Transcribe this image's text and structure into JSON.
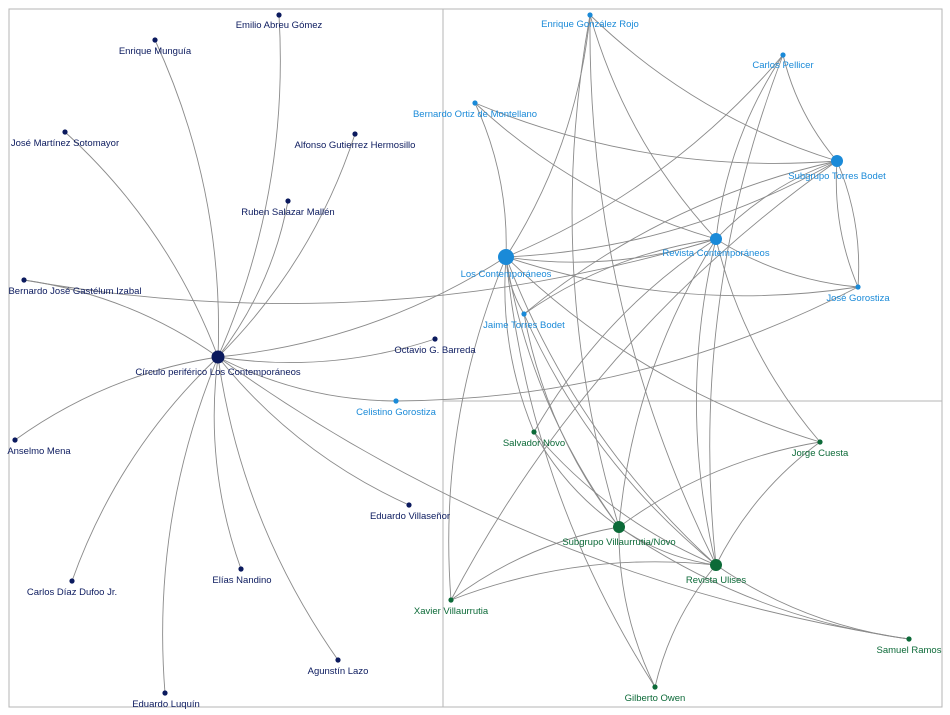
{
  "colors": {
    "navy": "#0b1a5e",
    "blue": "#1a8ad8",
    "green": "#0c6a38",
    "edge": "#8a8a8a",
    "frame": "#b5b5b5"
  },
  "nodes": [
    {
      "id": "circulo",
      "label": "Círculo periférico Los Contemporáneos",
      "group": "navy",
      "size": "hub"
    },
    {
      "id": "emilio",
      "label": "Emilio Abreu Gómez",
      "group": "navy",
      "size": "small"
    },
    {
      "id": "munguia",
      "label": "Enrique Munguía",
      "group": "navy",
      "size": "small"
    },
    {
      "id": "sotomayor",
      "label": "José Martínez Sotomayor",
      "group": "navy",
      "size": "small"
    },
    {
      "id": "hermosillo",
      "label": "Alfonso Gutierrez Hermosillo",
      "group": "navy",
      "size": "small"
    },
    {
      "id": "mallen",
      "label": "Ruben Salazar Mallén",
      "group": "navy",
      "size": "small"
    },
    {
      "id": "izabal",
      "label": "Bernardo José Gastélum Izabal",
      "group": "navy",
      "size": "small"
    },
    {
      "id": "barreda",
      "label": "Octavio G. Barreda",
      "group": "navy",
      "size": "small"
    },
    {
      "id": "mena",
      "label": "Anselmo Mena",
      "group": "navy",
      "size": "small"
    },
    {
      "id": "villasenor",
      "label": "Eduardo Villaseñor",
      "group": "navy",
      "size": "small"
    },
    {
      "id": "dufoo",
      "label": "Carlos Díaz Dufoo Jr.",
      "group": "navy",
      "size": "small"
    },
    {
      "id": "nandino",
      "label": "Elías Nandino",
      "group": "navy",
      "size": "small"
    },
    {
      "id": "lazo",
      "label": "Agunstín Lazo",
      "group": "navy",
      "size": "small"
    },
    {
      "id": "luquin",
      "label": "Eduardo Luquín",
      "group": "navy",
      "size": "small"
    },
    {
      "id": "loscontemp",
      "label": "Los Contemporáneos",
      "group": "blue",
      "size": "large"
    },
    {
      "id": "rojo",
      "label": "Enrique González Rojo",
      "group": "blue",
      "size": "small"
    },
    {
      "id": "pellicer",
      "label": "Carlos Pellicer",
      "group": "blue",
      "size": "small"
    },
    {
      "id": "montellano",
      "label": "Bernardo Ortiz de Montellano",
      "group": "blue",
      "size": "small"
    },
    {
      "id": "torresbodetsub",
      "label": "Subgrupo Torres Bodet",
      "group": "blue",
      "size": "medium"
    },
    {
      "id": "revistacontemp",
      "label": "Revista Contemporáneos",
      "group": "blue",
      "size": "medium"
    },
    {
      "id": "gorostiza",
      "label": "José Gorostiza",
      "group": "blue",
      "size": "small"
    },
    {
      "id": "jaimetb",
      "label": "Jaime Torres Bodet",
      "group": "blue",
      "size": "small"
    },
    {
      "id": "celestino",
      "label": "Celistino Gorostiza",
      "group": "blue",
      "size": "small"
    },
    {
      "id": "novo",
      "label": "Salvador Novo",
      "group": "green",
      "size": "small"
    },
    {
      "id": "cuesta",
      "label": "Jorge Cuesta",
      "group": "green",
      "size": "small"
    },
    {
      "id": "villaurrutianovo",
      "label": "Subgrupo Villaurrutia/Novo",
      "group": "green",
      "size": "medium"
    },
    {
      "id": "ulises",
      "label": "Revista Ulises",
      "group": "green",
      "size": "medium"
    },
    {
      "id": "xavier",
      "label": "Xavier Villaurrutia",
      "group": "green",
      "size": "small"
    },
    {
      "id": "ramos",
      "label": "Samuel Ramos",
      "group": "green",
      "size": "small"
    },
    {
      "id": "owen",
      "label": "Gilberto Owen",
      "group": "green",
      "size": "small"
    }
  ],
  "edges": [
    [
      "circulo",
      "emilio"
    ],
    [
      "circulo",
      "munguia"
    ],
    [
      "circulo",
      "sotomayor"
    ],
    [
      "circulo",
      "hermosillo"
    ],
    [
      "circulo",
      "mallen"
    ],
    [
      "circulo",
      "izabal"
    ],
    [
      "circulo",
      "barreda"
    ],
    [
      "circulo",
      "mena"
    ],
    [
      "circulo",
      "villasenor"
    ],
    [
      "circulo",
      "dufoo"
    ],
    [
      "circulo",
      "nandino"
    ],
    [
      "circulo",
      "lazo"
    ],
    [
      "circulo",
      "luquin"
    ],
    [
      "circulo",
      "loscontemp"
    ],
    [
      "circulo",
      "celestino"
    ],
    [
      "circulo",
      "ramos"
    ],
    [
      "izabal",
      "revistacontemp"
    ],
    [
      "celestino",
      "gorostiza"
    ],
    [
      "loscontemp",
      "rojo"
    ],
    [
      "loscontemp",
      "pellicer"
    ],
    [
      "loscontemp",
      "montellano"
    ],
    [
      "loscontemp",
      "torresbodetsub"
    ],
    [
      "loscontemp",
      "revistacontemp"
    ],
    [
      "loscontemp",
      "gorostiza"
    ],
    [
      "loscontemp",
      "jaimetb"
    ],
    [
      "loscontemp",
      "novo"
    ],
    [
      "loscontemp",
      "cuesta"
    ],
    [
      "loscontemp",
      "villaurrutianovo"
    ],
    [
      "loscontemp",
      "ulises"
    ],
    [
      "loscontemp",
      "xavier"
    ],
    [
      "loscontemp",
      "owen"
    ],
    [
      "rojo",
      "revistacontemp"
    ],
    [
      "rojo",
      "torresbodetsub"
    ],
    [
      "rojo",
      "ulises"
    ],
    [
      "rojo",
      "villaurrutianovo"
    ],
    [
      "pellicer",
      "revistacontemp"
    ],
    [
      "pellicer",
      "torresbodetsub"
    ],
    [
      "pellicer",
      "ulises"
    ],
    [
      "montellano",
      "revistacontemp"
    ],
    [
      "montellano",
      "torresbodetsub"
    ],
    [
      "torresbodetsub",
      "revistacontemp"
    ],
    [
      "torresbodetsub",
      "jaimetb"
    ],
    [
      "torresbodetsub",
      "gorostiza"
    ],
    [
      "torresbodetsub",
      "xavier"
    ],
    [
      "revistacontemp",
      "jaimetb"
    ],
    [
      "revistacontemp",
      "gorostiza"
    ],
    [
      "revistacontemp",
      "novo"
    ],
    [
      "revistacontemp",
      "villaurrutianovo"
    ],
    [
      "revistacontemp",
      "ulises"
    ],
    [
      "revistacontemp",
      "cuesta"
    ],
    [
      "jaimetb",
      "ulises"
    ],
    [
      "jaimetb",
      "villaurrutianovo"
    ],
    [
      "novo",
      "villaurrutianovo"
    ],
    [
      "novo",
      "ulises"
    ],
    [
      "cuesta",
      "villaurrutianovo"
    ],
    [
      "cuesta",
      "ulises"
    ],
    [
      "villaurrutianovo",
      "xavier"
    ],
    [
      "villaurrutianovo",
      "ulises"
    ],
    [
      "villaurrutianovo",
      "owen"
    ],
    [
      "villaurrutianovo",
      "ramos"
    ],
    [
      "ulises",
      "xavier"
    ],
    [
      "ulises",
      "ramos"
    ],
    [
      "ulises",
      "owen"
    ],
    [
      "gorostiza",
      "torresbodetsub"
    ]
  ]
}
